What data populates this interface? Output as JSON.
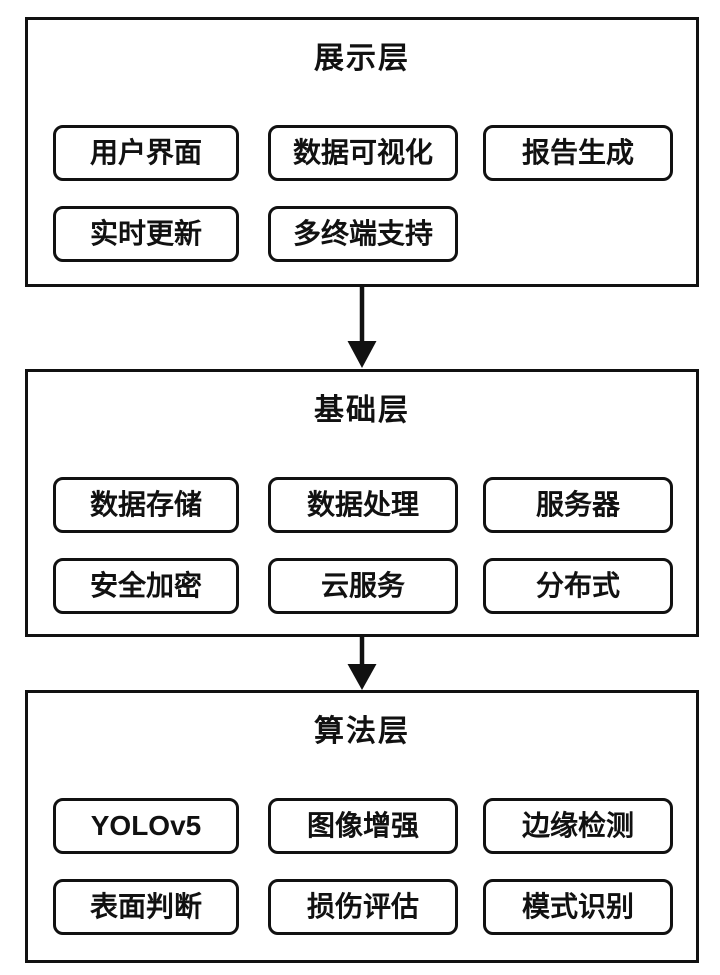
{
  "diagram": {
    "layers": [
      {
        "title": "展示层",
        "items": [
          "用户界面",
          "数据可视化",
          "报告生成",
          "实时更新",
          "多终端支持"
        ]
      },
      {
        "title": "基础层",
        "items": [
          "数据存储",
          "数据处理",
          "服务器",
          "安全加密",
          "云服务",
          "分布式"
        ]
      },
      {
        "title": "算法层",
        "items": [
          "YOLOv5",
          "图像增强",
          "边缘检测",
          "表面判断",
          "损伤评估",
          "模式识别"
        ]
      }
    ],
    "arrows": [
      {
        "from": "展示层",
        "to": "基础层"
      },
      {
        "from": "基础层",
        "to": "算法层"
      }
    ],
    "colors": {
      "line": "#111111",
      "text": "#111111",
      "background": "#ffffff"
    }
  }
}
